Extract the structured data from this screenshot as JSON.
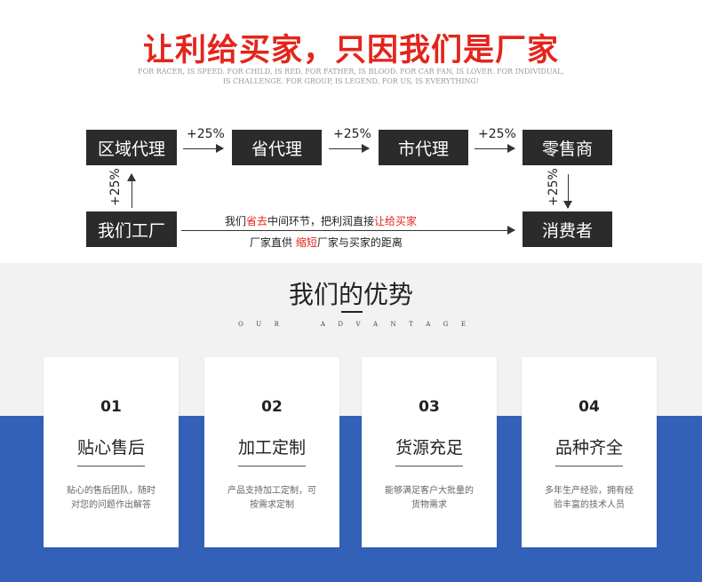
{
  "header": {
    "headline": "让利给买家，只因我们是厂家",
    "tagline_line1": "FOR RACER, IS SPEED. FOR CHILD, IS RED. FOR FATHER, IS BLOOD. FOR CAR FAN, IS LOVER. FOR INDIVIDUAL,",
    "tagline_line2": "IS CHALLENGE. FOR GROUP, IS LEGEND. FOR US, IS EVERYTHING!"
  },
  "flow": {
    "regional_agent": "区域代理",
    "provincial_agent": "省代理",
    "city_agent": "市代理",
    "retailer": "零售商",
    "factory": "我们工厂",
    "consumer": "消费者",
    "markup": "+25%",
    "note1_a": "我们",
    "note1_b": "省去",
    "note1_c": "中间环节，把利润直接",
    "note1_d": "让给买家",
    "note2_a": "厂家直供 ",
    "note2_b": "缩短",
    "note2_c": "厂家与买家的距离"
  },
  "advantage": {
    "title": "我们的优势",
    "subtitle_letters": [
      "O",
      "U",
      "R",
      "A",
      "D",
      "V",
      "A",
      "N",
      "T",
      "A",
      "G",
      "E"
    ],
    "cards": [
      {
        "num": "01",
        "title": "贴心售后",
        "desc1": "贴心的售后团队，随时",
        "desc2": "对您的问题作出解答"
      },
      {
        "num": "02",
        "title": "加工定制",
        "desc1": "产品支持加工定制，可",
        "desc2": "按需求定制"
      },
      {
        "num": "03",
        "title": "货源充足",
        "desc1": "能够满足客户大批量的",
        "desc2": "货物需求"
      },
      {
        "num": "04",
        "title": "品种齐全",
        "desc1": "多年生产经验，拥有经",
        "desc2": "验丰富的技术人员"
      }
    ]
  }
}
